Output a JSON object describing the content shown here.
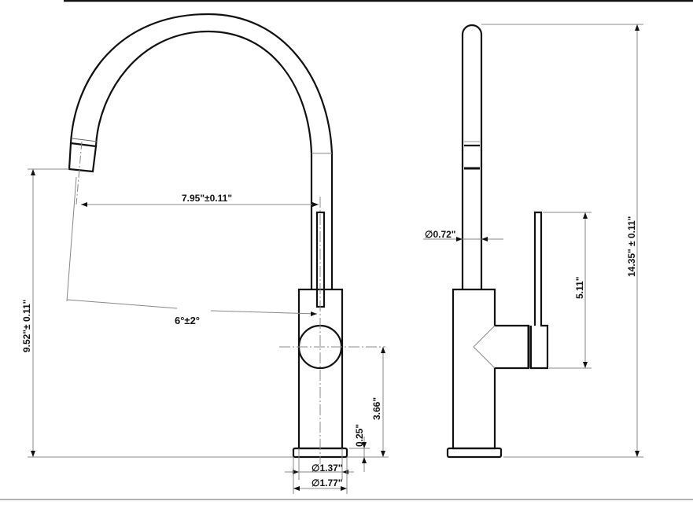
{
  "drawing": {
    "title": "Faucet dimension drawing",
    "views": [
      "front",
      "side"
    ],
    "colors": {
      "outline": "#111111",
      "dimension": "#888888",
      "background": "#ffffff"
    }
  },
  "dimensions": {
    "spout_reach": "7.95\"±0.11\"",
    "spout_angle": "6°±2°",
    "spout_height": "9.52\"± 0.11\"",
    "base_diameter_inner": "∅1.37\"",
    "base_diameter_outer": "∅1.77\"",
    "base_thickness": "0.25\"",
    "handle_center_height": "3.66\"",
    "spout_diameter": "∅0.72\"",
    "handle_height": "5.11\"",
    "total_height": "14.35\" ± 0.11\""
  }
}
